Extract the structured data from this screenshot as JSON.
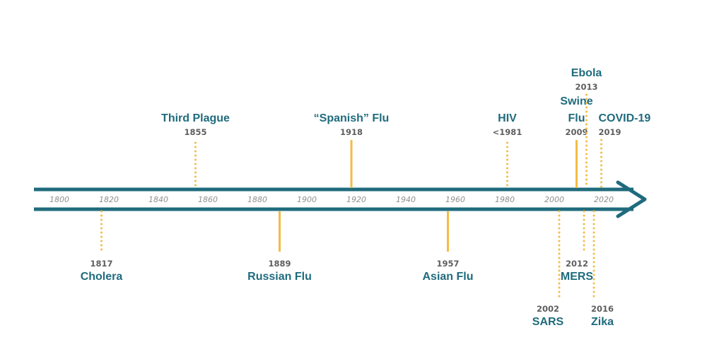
{
  "colors": {
    "axis": "#1f6b7d",
    "connector": "#f3bc45",
    "event_name": "#1f6b7d",
    "year": "#5e5e5e",
    "tick": "#8f8f8f"
  },
  "ticks": [
    "1800",
    "1820",
    "1840",
    "1860",
    "1880",
    "1900",
    "1920",
    "1940",
    "1960",
    "1980",
    "2000",
    "2020"
  ],
  "above": [
    {
      "id": "third-plague",
      "name": [
        "Third Plague"
      ],
      "year": "1855",
      "year_value": 1855,
      "line": "dotted"
    },
    {
      "id": "spanish-flu",
      "name": [
        "“Spanish” Flu"
      ],
      "year": "1918",
      "year_value": 1918,
      "line": "solid"
    },
    {
      "id": "hiv",
      "name": [
        "HIV"
      ],
      "year": "<1981",
      "year_value": 1981,
      "line": "dotted"
    },
    {
      "id": "swine-flu",
      "name": [
        "Swine",
        "Flu"
      ],
      "year": "2009",
      "year_value": 2009,
      "line": "solid"
    },
    {
      "id": "ebola",
      "name": [
        "Ebola"
      ],
      "year": "2013",
      "year_value": 2013,
      "line": "dotted"
    },
    {
      "id": "covid-19",
      "name": [
        "COVID-19"
      ],
      "year": "2019",
      "year_value": 2019,
      "line": "dotted"
    }
  ],
  "below": [
    {
      "id": "cholera",
      "name": [
        "Cholera"
      ],
      "year": "1817",
      "year_value": 1817,
      "line": "dotted"
    },
    {
      "id": "russian-flu",
      "name": [
        "Russian Flu"
      ],
      "year": "1889",
      "year_value": 1889,
      "line": "solid"
    },
    {
      "id": "asian-flu",
      "name": [
        "Asian Flu"
      ],
      "year": "1957",
      "year_value": 1957,
      "line": "solid"
    },
    {
      "id": "sars",
      "name": [
        "SARS"
      ],
      "year": "2002",
      "year_value": 2002,
      "line": "dotted"
    },
    {
      "id": "mers",
      "name": [
        "MERS"
      ],
      "year": "2012",
      "year_value": 2012,
      "line": "dotted"
    },
    {
      "id": "zika",
      "name": [
        "Zika"
      ],
      "year": "2016",
      "year_value": 2016,
      "line": "dotted"
    }
  ]
}
